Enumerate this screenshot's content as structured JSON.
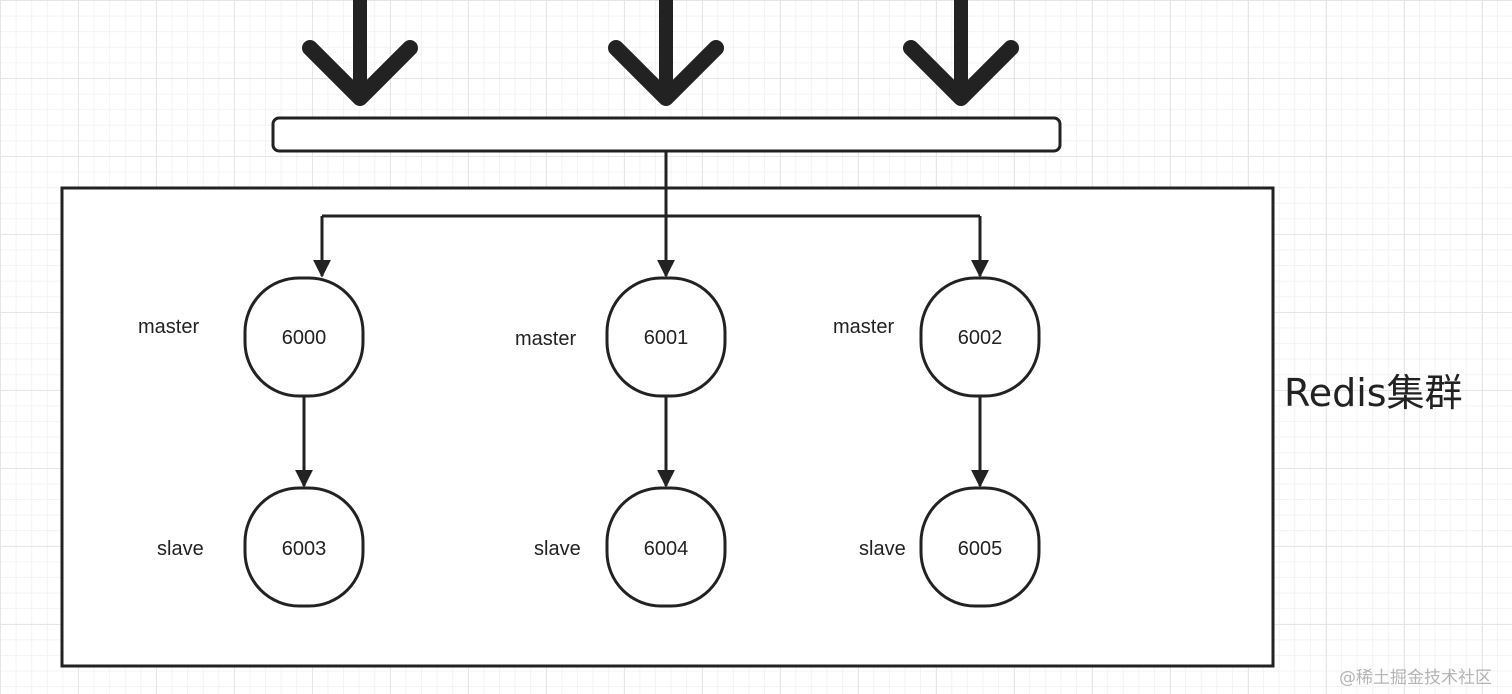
{
  "diagram": {
    "cluster_label": "Redis集群",
    "watermark": "@稀土掘金技术社区",
    "nodes": [
      {
        "port": "6000",
        "role": "master"
      },
      {
        "port": "6001",
        "role": "master"
      },
      {
        "port": "6002",
        "role": "master"
      },
      {
        "port": "6003",
        "role": "slave"
      },
      {
        "port": "6004",
        "role": "slave"
      },
      {
        "port": "6005",
        "role": "slave"
      }
    ],
    "edges": [
      {
        "from": "6000",
        "to": "6003"
      },
      {
        "from": "6001",
        "to": "6004"
      },
      {
        "from": "6002",
        "to": "6005"
      }
    ],
    "colors": {
      "stroke": "#222222",
      "background": "#ffffff"
    }
  }
}
